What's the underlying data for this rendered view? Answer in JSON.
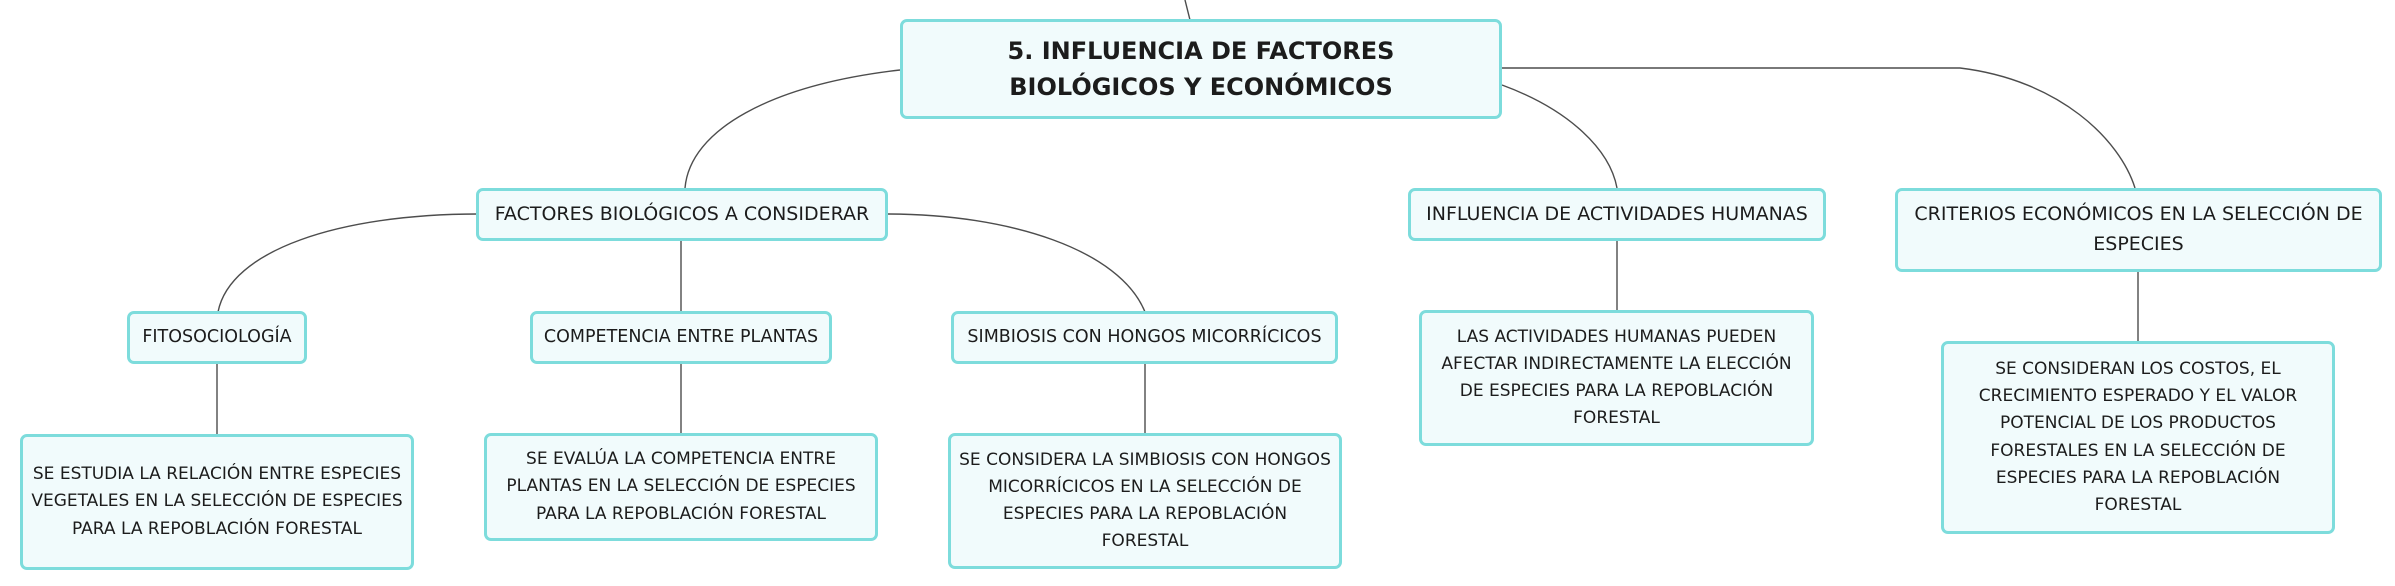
{
  "diagram": {
    "root": {
      "label": "5. INFLUENCIA DE FACTORES BIOLÓGICOS Y ECONÓMICOS"
    },
    "branches": [
      {
        "label": "FACTORES BIOLÓGICOS A CONSIDERAR",
        "children": [
          {
            "label": "FITOSOCIOLOGÍA",
            "detail": "SE ESTUDIA LA RELACIÓN ENTRE ESPECIES VEGETALES EN LA SELECCIÓN DE ESPECIES PARA LA REPOBLACIÓN FORESTAL"
          },
          {
            "label": "COMPETENCIA ENTRE PLANTAS",
            "detail": "SE EVALÚA LA COMPETENCIA ENTRE PLANTAS EN LA SELECCIÓN DE ESPECIES PARA LA REPOBLACIÓN FORESTAL"
          },
          {
            "label": "SIMBIOSIS CON HONGOS MICORRÍCICOS",
            "detail": "SE CONSIDERA LA SIMBIOSIS CON HONGOS MICORRÍCICOS EN LA SELECCIÓN DE ESPECIES PARA LA REPOBLACIÓN FORESTAL"
          }
        ]
      },
      {
        "label": "INFLUENCIA DE ACTIVIDADES HUMANAS",
        "detail": "LAS ACTIVIDADES HUMANAS PUEDEN AFECTAR INDIRECTAMENTE LA ELECCIÓN DE ESPECIES PARA LA REPOBLACIÓN FORESTAL"
      },
      {
        "label": "CRITERIOS ECONÓMICOS EN LA SELECCIÓN DE ESPECIES",
        "detail": "SE CONSIDERAN LOS COSTOS, EL CRECIMIENTO ESPERADO Y EL VALOR POTENCIAL DE LOS PRODUCTOS FORESTALES EN LA SELECCIÓN DE ESPECIES PARA LA REPOBLACIÓN FORESTAL"
      }
    ]
  },
  "colors": {
    "node_border": "#7ddcdc",
    "node_fill": "#f1fbfc",
    "connector": "#4d4d4d",
    "text": "#1c1c1c"
  }
}
